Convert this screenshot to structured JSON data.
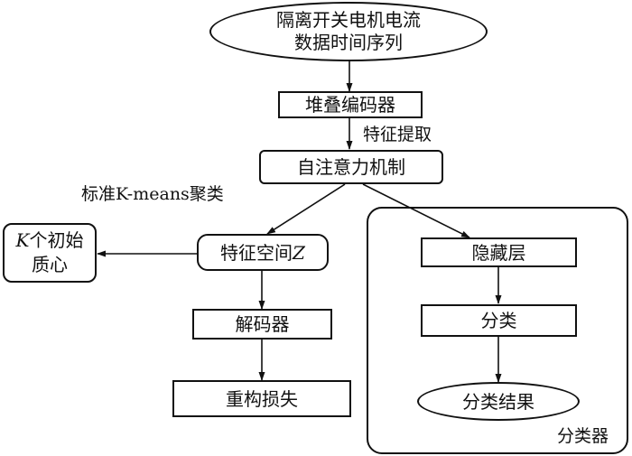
{
  "nodes": {
    "input": {
      "line1": "隔离开关电机电流",
      "line2": "数据时间序列"
    },
    "encoder": "堆叠编码器",
    "attention": "自注意力机制",
    "feature_space": {
      "prefix": "特征空间",
      "var": "Z"
    },
    "k_centroids": {
      "var": "K",
      "line1_rest": "个初始",
      "line2": "质心"
    },
    "decoder": "解码器",
    "recon_loss": "重构损失",
    "hidden": "隐藏层",
    "classify": "分类",
    "result": "分类结果"
  },
  "edge_labels": {
    "feature_extract": "特征提取",
    "kmeans": "标准K-means聚类"
  },
  "groups": {
    "classifier": "分类器"
  }
}
